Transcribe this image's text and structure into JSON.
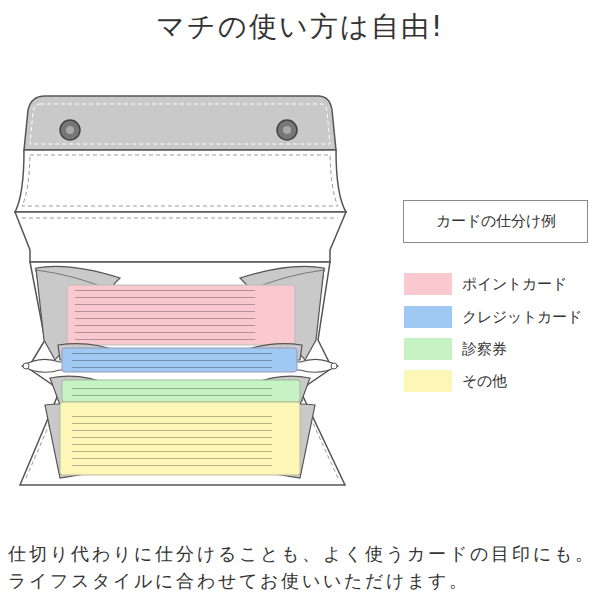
{
  "diagram": {
    "title": "マチの使い方は自由!",
    "caption": "仕切り代わりに仕分けることも、よく使うカードの目印にも。ライフスタイルに合わせてお使いいただけます。",
    "nodes": [
      {
        "text": [
          "カードの仕分け例"
        ]
      }
    ],
    "legend": [
      {
        "text": "ポイントカード",
        "color": "#f9c9cf"
      },
      {
        "text": "クレジットカード",
        "color": "#9fc8f3"
      },
      {
        "text": "診察券",
        "color": "#c7f3c4"
      },
      {
        "text": "その他",
        "color": "#fdf7b7"
      }
    ]
  }
}
